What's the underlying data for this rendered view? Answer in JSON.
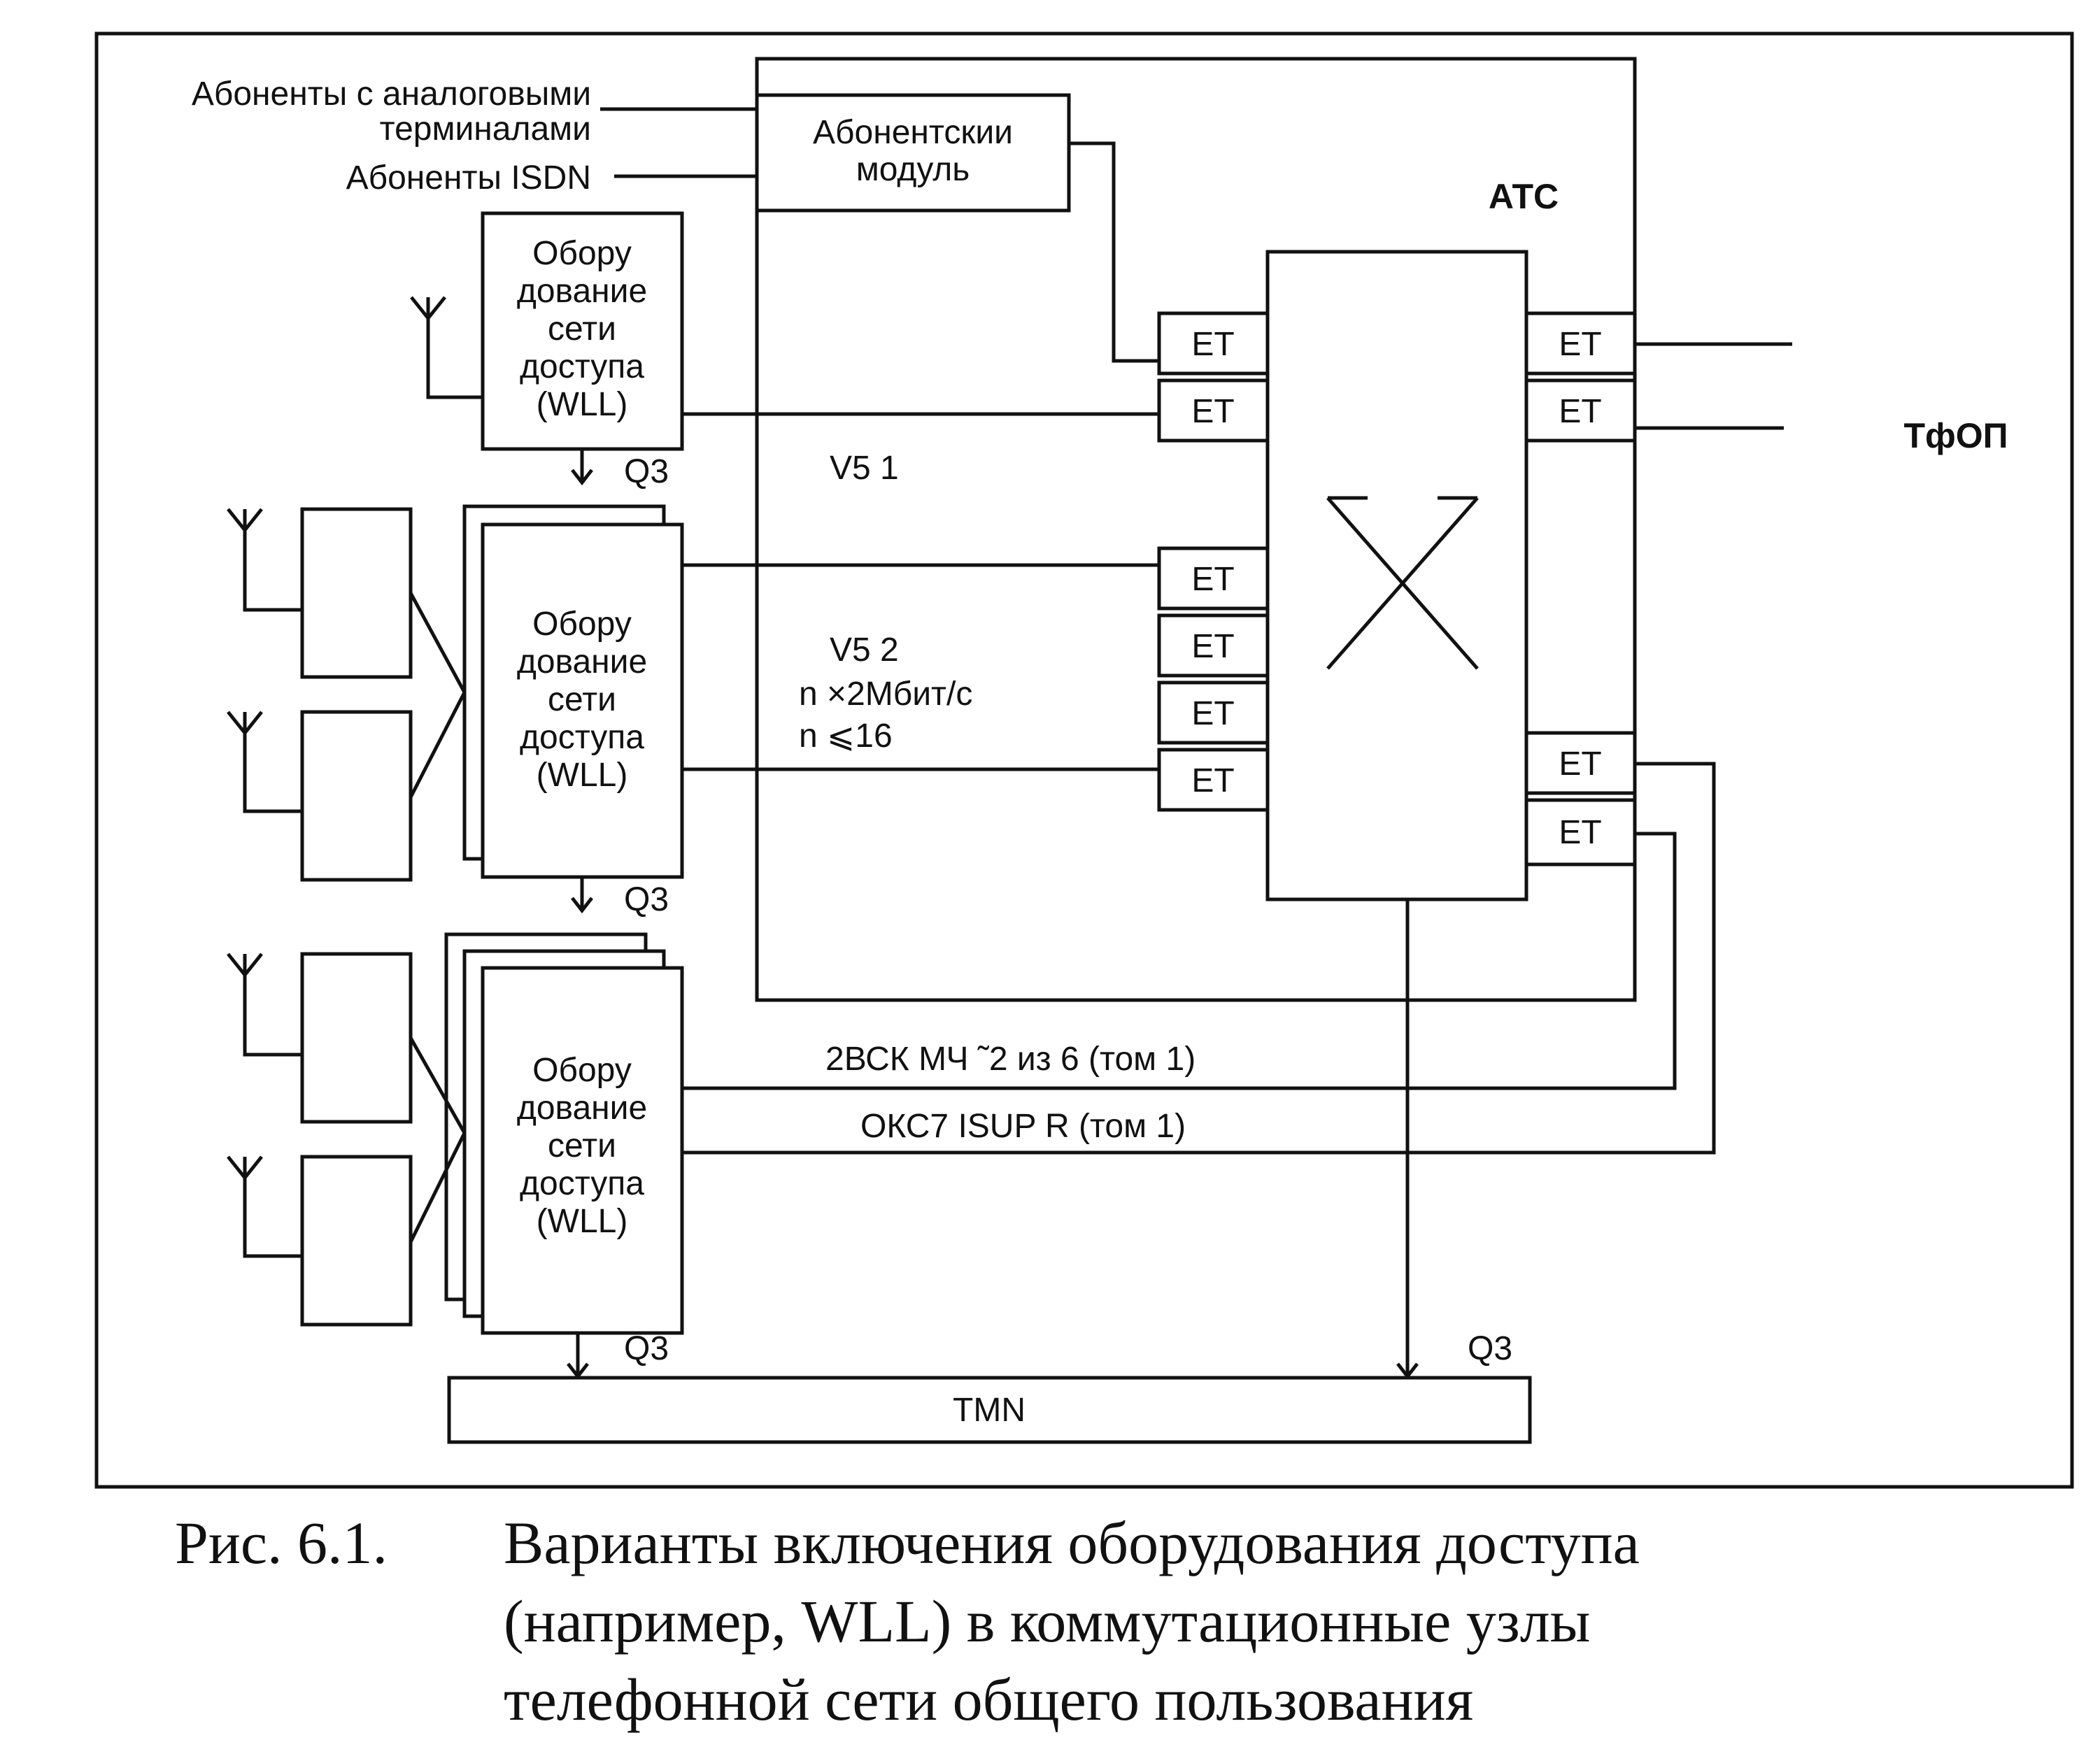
{
  "labels": {
    "analog_subs": [
      "Абоненты с аналоговыми",
      "терминалами"
    ],
    "isdn_subs": "Абоненты ISDN",
    "subscriber_module": [
      "Абонентскии",
      "модуль"
    ],
    "atc": "АТС",
    "pstn": "ТфОП",
    "v5_1": "V5 1",
    "v5_2": "V5 2",
    "n_rate": "n  ×2Мбит/с",
    "n_limit": "n  ⩽16",
    "signalling_2vsk": "2ВСК  МЧ ˜2 из 6  (том 1)",
    "signalling_okc7": "ОКС7  ISUP  R (том 1)",
    "q3": "Q3",
    "tmn": "TMN",
    "et": "ET",
    "access_equipment": [
      "Обору",
      "дование",
      "сети",
      "доступа",
      "(WLL)"
    ]
  },
  "caption": {
    "number": "Рис. 6.1.",
    "lines": [
      "Варианты включения оборудования доступа",
      "(например, WLL) в коммутационные узлы",
      "телефонной сети общего пользования"
    ]
  }
}
